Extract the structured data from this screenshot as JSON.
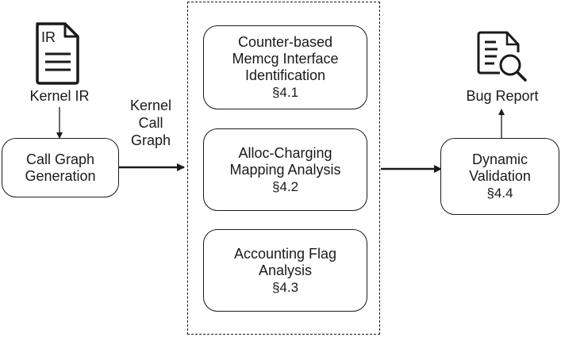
{
  "diagram": {
    "input": {
      "icon": "ir-document-icon",
      "icon_text": "IR",
      "label": "Kernel IR"
    },
    "call_graph_box": {
      "lines": [
        "Call Graph",
        "Generation"
      ]
    },
    "edge_label": {
      "lines": [
        "Kernel",
        "Call",
        "Graph"
      ]
    },
    "analysis_group": {
      "boxes": [
        {
          "lines": [
            "Counter-based",
            "Memcg Interface",
            "Identification"
          ],
          "section": "§4.1"
        },
        {
          "lines": [
            "Alloc-Charging",
            "Mapping Analysis"
          ],
          "section": "§4.2"
        },
        {
          "lines": [
            "Accounting Flag",
            "Analysis"
          ],
          "section": "§4.3"
        }
      ]
    },
    "validation_box": {
      "lines": [
        "Dynamic",
        "Validation"
      ],
      "section": "§4.4"
    },
    "output": {
      "icon": "report-search-icon",
      "label": "Bug Report"
    }
  }
}
